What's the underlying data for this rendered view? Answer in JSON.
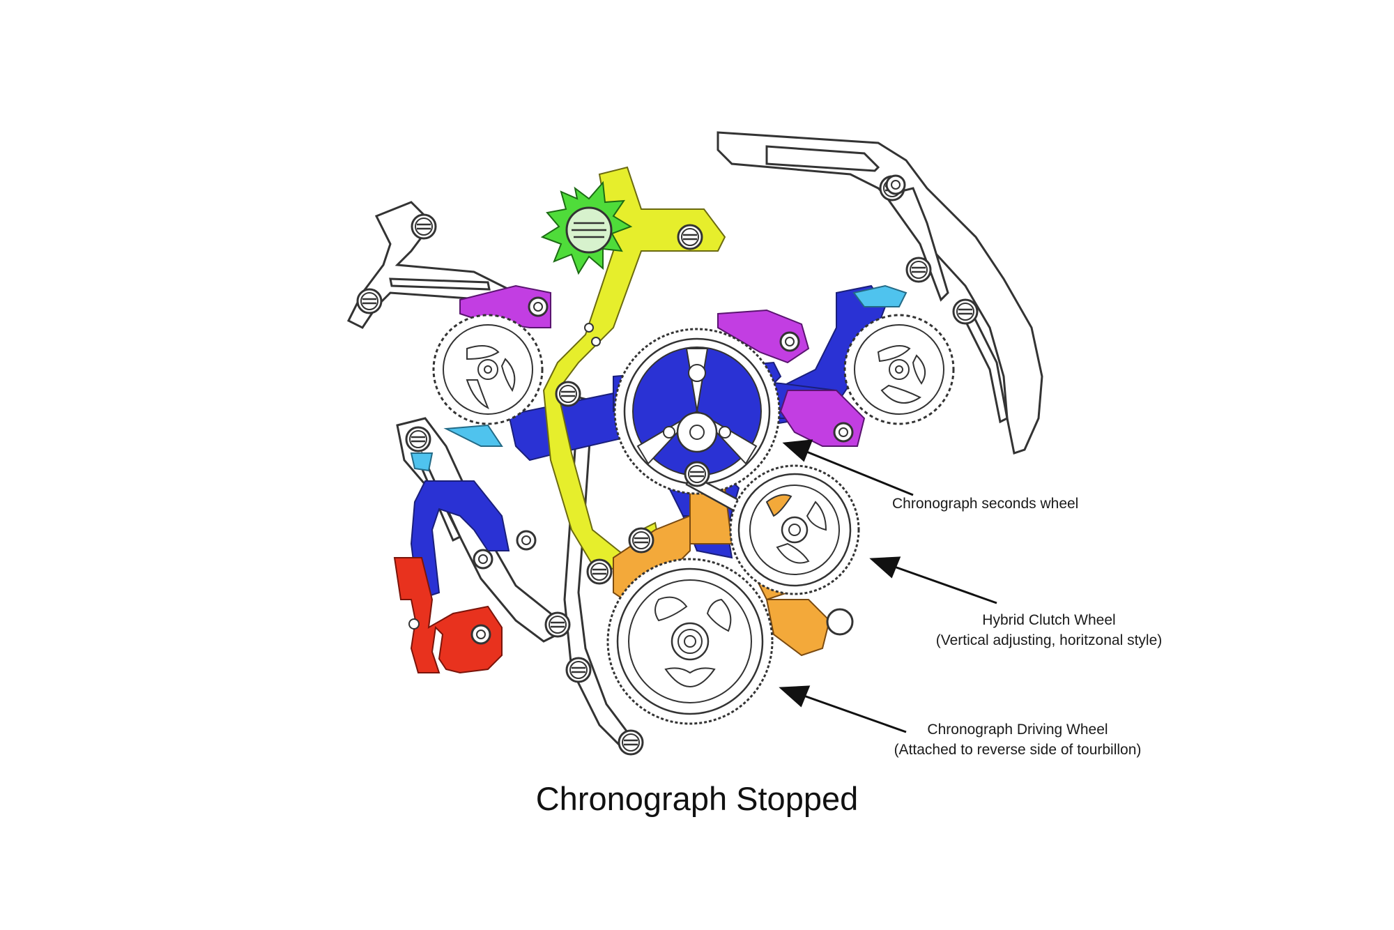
{
  "title": "Chronograph Stopped",
  "callouts": {
    "seconds_wheel": {
      "line1": "Chronograph seconds wheel"
    },
    "clutch_wheel": {
      "line1": "Hybrid Clutch Wheel",
      "line2": "(Vertical adjusting, horitzonal style)"
    },
    "driving_wheel": {
      "line1": "Chronograph Driving Wheel",
      "line2": "(Attached to reverse side of tourbillon)"
    }
  },
  "colors": {
    "background": "#ffffff",
    "outline": "#333333",
    "blue": "#2a32d4",
    "yellow": "#e6ee2c",
    "green": "#4fdc3a",
    "purple": "#c23ee2",
    "orange": "#f3a93a",
    "cyan": "#4fc3ee",
    "red": "#e8321e"
  }
}
